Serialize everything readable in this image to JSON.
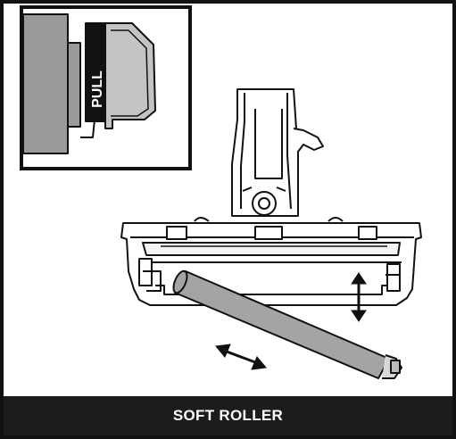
{
  "inset": {
    "pull_label": "PULL"
  },
  "caption": {
    "text": "SOFT ROLLER"
  },
  "colors": {
    "frame": "#111111",
    "caption_background": "#1c1c1c",
    "caption_text": "#ffffff",
    "inset_housing": "#9a9a9a",
    "inset_tab": "#c4c4c4",
    "roller": "#a4a4a4",
    "line": "#111111"
  },
  "icons": [
    "vertical-double-arrow",
    "horizontal-double-arrow"
  ]
}
